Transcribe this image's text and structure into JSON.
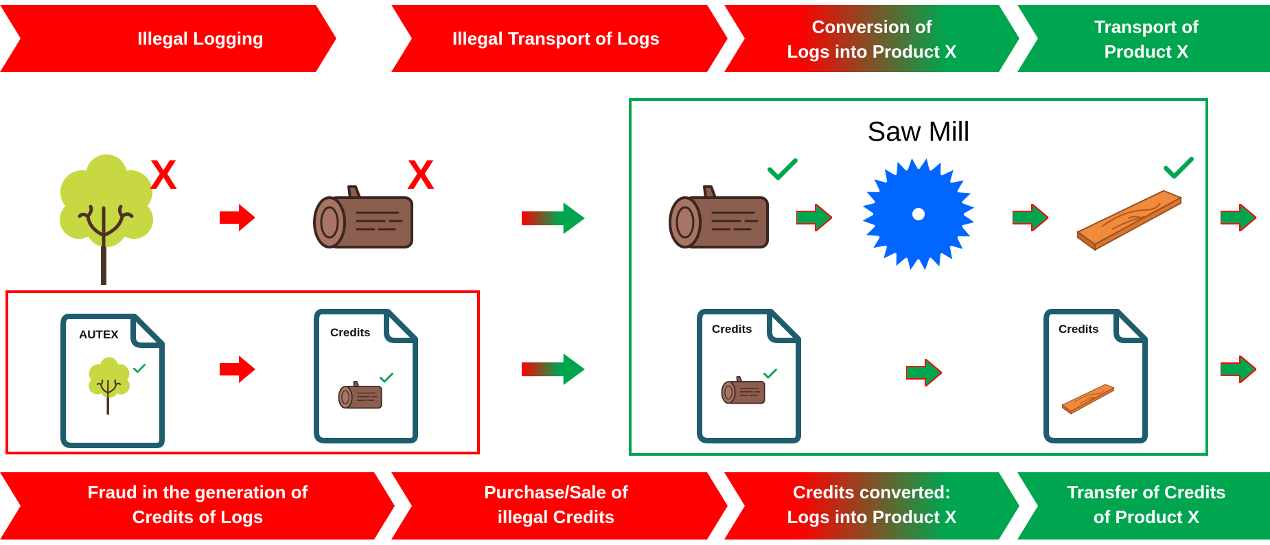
{
  "top_steps": [
    {
      "lines": [
        "Illegal Logging"
      ],
      "fill": "#ff0000"
    },
    {
      "lines": [
        "Illegal Transport of Logs"
      ],
      "fill": "#ff0000"
    },
    {
      "lines": [
        "Conversion of",
        "Logs into Product X"
      ],
      "fill": "gradient"
    },
    {
      "lines": [
        "Transport of",
        "Product X"
      ],
      "fill": "#00a550"
    }
  ],
  "bottom_steps": [
    {
      "lines": [
        "Fraud in the generation of",
        "Credits of Logs"
      ],
      "fill": "#ff0000"
    },
    {
      "lines": [
        "Purchase/Sale of",
        "illegal Credits"
      ],
      "fill": "#ff0000"
    },
    {
      "lines": [
        "Credits converted:",
        "Logs into Product X"
      ],
      "fill": "gradient"
    },
    {
      "lines": [
        "Transfer of Credits",
        "of Product X"
      ],
      "fill": "#00a550"
    }
  ],
  "sawmill": {
    "title": "Saw Mill"
  },
  "documents": {
    "autex": "AUTEX",
    "credits_1": "Credits",
    "credits_2": "Credits",
    "credits_3": "Credits"
  },
  "marks": {
    "invalid": "X",
    "valid_icon": "check-icon"
  },
  "colors": {
    "red": "#ff0000",
    "green": "#00a550",
    "doc_border": "#1f5c6e",
    "saw_blue": "#0066ff",
    "tree_green": "#c8d843",
    "log_brown": "#8b5e4e",
    "plank_orange": "#f08a3c"
  }
}
